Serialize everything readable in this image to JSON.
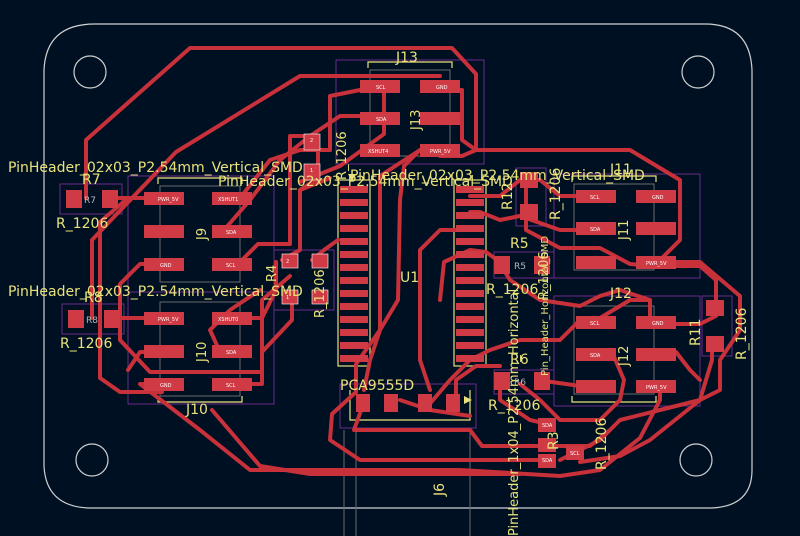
{
  "labels": {
    "j13_ref": "J13",
    "j13_val": "J13",
    "j11_ref": "J11",
    "j11_val": "J11",
    "j12_ref": "J12",
    "j12_val": "J12",
    "j9_val": "J9",
    "j10_ref": "J10",
    "j10_val": "J10",
    "u1_val": "U1",
    "pca": "PCA9555D",
    "j6": "J6",
    "fp_hdr_a": "PinHeader_02x03_P2.54mm_Vertical_SMD",
    "fp_hdr_b": "PinHeader_02x03_P2.54mm_Vertical_SMD",
    "fp_hdr_c": "PinHeader_02x03_P2.54mm_Vertical_SMD",
    "fp_hdr_d": "PinHeader_02x03_P2.54mm_Vertical_SMD",
    "fp_hdr_e": "PinHeader_1x04_P2.54mm_Horizontal",
    "fp_hdr_f": "Pin_Header_Horizontal_SMD",
    "r7": "R7",
    "r7_fab": "R7",
    "r7_fp": "R_1206",
    "r8": "R8",
    "r8_fab": "R8",
    "r8_fp": "R_1206",
    "r5": "R5",
    "r5_fab": "R5",
    "r5_fp": "R_1206",
    "r6": "R6",
    "r6_fab": "R6",
    "r6_fp": "R_1206",
    "r11": "R11",
    "r11_fp": "R_1206",
    "r12": "R12",
    "r12_fp": "R_1206",
    "r3": "R3",
    "r3_fp": "R_1206",
    "r4": "R4",
    "r_1206_a": "R_1206",
    "r_1206_b": "R_1206",
    "r_1206_c": "R_1206"
  },
  "pads": {
    "pwr_5v": "PWR_5V",
    "gnd": "GND",
    "sda": "SDA",
    "scl": "SCL",
    "xshut1": "XSHUT1",
    "xshut4": "XSHUT4",
    "xshut0": "XSHUT0",
    "n1": "1",
    "n2": "2"
  }
}
